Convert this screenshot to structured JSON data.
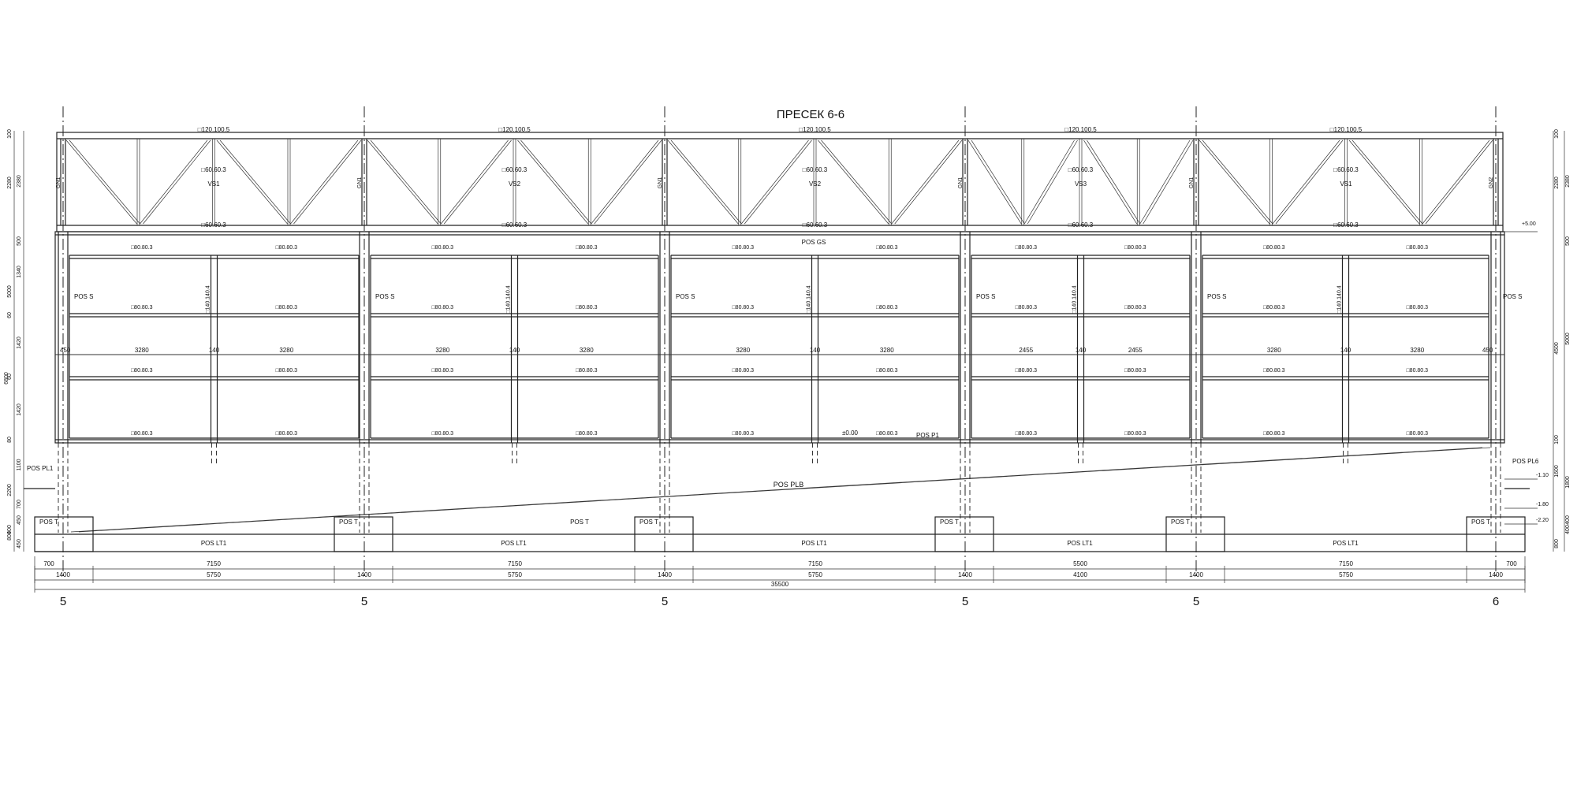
{
  "title": "ПРЕСЕК 6-6",
  "axis_labels": [
    "5",
    "5",
    "5",
    "5",
    "5",
    "6"
  ],
  "truss": {
    "top_chords": [
      "□120.100.5",
      "□120.100.5",
      "□120.100.5",
      "□120.100.5",
      "□120.100.5"
    ],
    "diagonals": [
      "□60.60.3",
      "□60.60.3",
      "□60.60.3",
      "□60.60.3",
      "□60.60.3"
    ],
    "names": [
      "VS1",
      "VS2",
      "VS2",
      "VS3",
      "VS1"
    ],
    "bottom_chords": [
      "□60.60.3",
      "□60.60.3",
      "□60.60.3",
      "□60.60.3",
      "□60.60.3"
    ],
    "columns": [
      "GN1",
      "GN1",
      "GN1",
      "GN1",
      "GN1",
      "GN2"
    ]
  },
  "beam_label": "□80.80.3",
  "post_label": "□140.140.4",
  "labels": {
    "pos_gs": "POS GS",
    "pos_s": "POS S",
    "pos_p1": "POS P1",
    "pos_pl1": "POS PL1",
    "pos_pl6": "POS PL6",
    "pos_plb": "POS PLB",
    "pos_t": "POS T",
    "pos_lt1": "POS LT1",
    "zero_level": "±0.00"
  },
  "bay_dims": [
    [
      "450",
      "3280",
      "140",
      "3280",
      "450"
    ],
    [
      "3280",
      "140",
      "3280"
    ],
    [
      "3280",
      "140",
      "3280"
    ],
    [
      "2455",
      "140",
      "2455"
    ],
    [
      "3280",
      "140",
      "3280",
      "450"
    ]
  ],
  "levels": [
    "+5.00",
    "-1.10",
    "-1.80",
    "-2.20"
  ],
  "left_dims": {
    "total": "6800",
    "segments": [
      "100",
      "2380",
      "2280",
      "500",
      "5000",
      "1340",
      "60",
      "1420",
      "60",
      "1420",
      "80",
      "1100",
      "2200",
      "700",
      "800",
      "450",
      "400",
      "450"
    ]
  },
  "right_dims": {
    "segments": [
      "100",
      "2380",
      "2280",
      "500",
      "4500",
      "5000",
      "100",
      "1800",
      "1600",
      "400",
      "800",
      "400"
    ]
  },
  "bottom_dims": {
    "row1": [
      "700",
      "7150",
      "7150",
      "7150",
      "5500",
      "7150",
      "700"
    ],
    "row2": [
      "1400",
      "5750",
      "1400",
      "5750",
      "1400",
      "5750",
      "1400",
      "4100",
      "1400",
      "5750",
      "1400"
    ],
    "total": "35500"
  }
}
